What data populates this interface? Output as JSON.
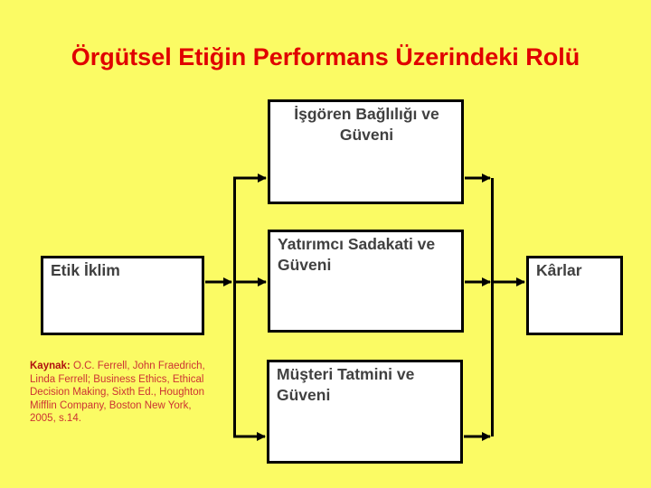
{
  "slide": {
    "title": "Örgütsel Etiğin Performans Üzerindeki Rolü"
  },
  "diagram": {
    "nodes": [
      {
        "id": "etik-iklim",
        "label": "Etik İklim"
      },
      {
        "id": "isgoren",
        "label": "İşgören Bağlılığı ve\nGüveni"
      },
      {
        "id": "yatirimci",
        "label": "Yatırımcı Sadakati ve\nGüveni"
      },
      {
        "id": "musteri",
        "label": "Müşteri Tatmini ve\nGüveni"
      },
      {
        "id": "karlar",
        "label": "Kârlar"
      }
    ],
    "edges": [
      {
        "from": "etik-iklim",
        "to": "isgoren"
      },
      {
        "from": "etik-iklim",
        "to": "yatirimci"
      },
      {
        "from": "etik-iklim",
        "to": "musteri"
      },
      {
        "from": "isgoren",
        "to": "karlar"
      },
      {
        "from": "yatirimci",
        "to": "karlar"
      },
      {
        "from": "musteri",
        "to": "karlar"
      }
    ]
  },
  "source": {
    "label": "Kaynak:",
    "text": " O.C. Ferrell, John Fraedrich, Linda Ferrell; Business Ethics, Ethical Decision Making, Sixth Ed., Houghton Mifflin Company, Boston New York, 2005, s.14."
  },
  "colors": {
    "background": "#FBFB64",
    "title": "#E00000",
    "box_background": "#FFFFFF",
    "box_border": "#000000",
    "box_text": "#404040",
    "arrow": "#000000",
    "source_label": "#B01010",
    "source_text": "#CC3333"
  }
}
